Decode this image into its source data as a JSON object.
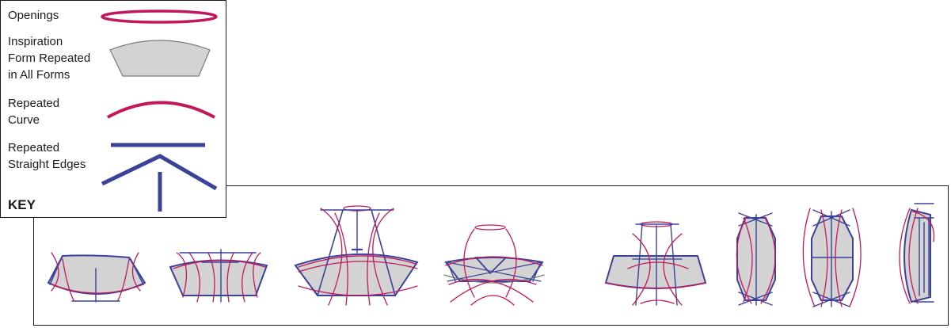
{
  "key": {
    "title": "KEY",
    "items": [
      {
        "id": "openings",
        "label": "Openings",
        "swatch": "ellipse"
      },
      {
        "id": "inspiration",
        "label_lines": [
          "Inspiration",
          "Form Repeated",
          "in All Forms"
        ],
        "swatch": "keystone"
      },
      {
        "id": "curve",
        "label_lines": [
          "Repeated",
          "Curve"
        ],
        "swatch": "arc"
      },
      {
        "id": "edges",
        "label_lines": [
          "Repeated",
          "Straight Edges"
        ],
        "swatch": "lines"
      }
    ]
  },
  "colors": {
    "curve": "#c2185b",
    "edge": "#3a4299",
    "form_fill": "#d3d3d3",
    "form_stroke": "#7a7a7a",
    "border": "#1a1a1a"
  },
  "forms": [
    {
      "id": "form-1"
    },
    {
      "id": "form-2"
    },
    {
      "id": "form-3"
    },
    {
      "id": "form-4"
    },
    {
      "id": "form-5"
    },
    {
      "id": "form-6"
    },
    {
      "id": "form-7"
    },
    {
      "id": "form-8"
    }
  ]
}
